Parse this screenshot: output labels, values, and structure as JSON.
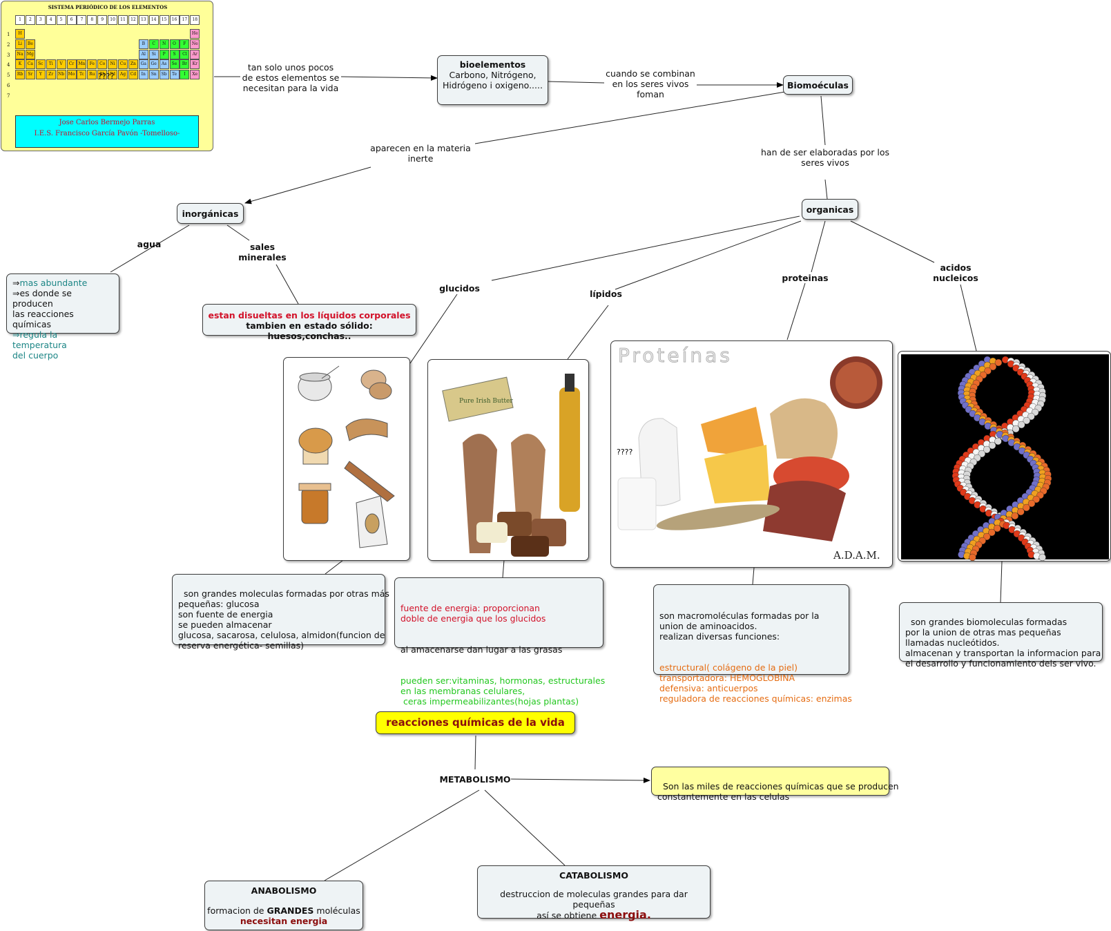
{
  "periodic_table": {
    "title": "SISTEMA PERIÓDICO DE LOS ELEMENTOS",
    "groups": [
      "1",
      "2",
      "3",
      "4",
      "5",
      "6",
      "7",
      "8",
      "9",
      "10",
      "11",
      "12",
      "13",
      "14",
      "15",
      "16",
      "17",
      "18"
    ],
    "periods": [
      "1",
      "2",
      "3",
      "4",
      "5",
      "6",
      "7"
    ],
    "unknown": "????",
    "author": "Jose Carlos Bermejo Parras",
    "school": "I.E.S. Francisco García Pavón -Tomelloso-",
    "colors": {
      "s_block": "#ffcc00",
      "p_metal": "#99ccff",
      "nonmetal": "#33ff33",
      "noble": "#ff99cc",
      "banner": "#00ffff"
    },
    "rows": [
      [
        "H",
        "",
        "",
        "",
        "",
        "",
        "",
        "",
        "",
        "",
        "",
        "",
        "",
        "",
        "",
        "",
        "",
        "He"
      ],
      [
        "Li",
        "Be",
        "",
        "",
        "",
        "",
        "",
        "",
        "",
        "",
        "",
        "",
        "B",
        "C",
        "N",
        "O",
        "F",
        "Ne"
      ],
      [
        "Na",
        "Mg",
        "",
        "",
        "",
        "",
        "",
        "",
        "",
        "",
        "",
        "",
        "Al",
        "Si",
        "P",
        "S",
        "Cl",
        "Ar"
      ],
      [
        "K",
        "Ca",
        "Sc",
        "Ti",
        "V",
        "Cr",
        "Mn",
        "Fe",
        "Co",
        "Ni",
        "Cu",
        "Zn",
        "Ga",
        "Ge",
        "As",
        "Se",
        "Br",
        "Kr"
      ],
      [
        "Rb",
        "Sr",
        "Y",
        "Zr",
        "Nb",
        "Mo",
        "Tc",
        "Ru",
        "Rh",
        "Pd",
        "Ag",
        "Cd",
        "In",
        "Sn",
        "Sb",
        "Te",
        "I",
        "Xe"
      ]
    ]
  },
  "links": {
    "table_to_bio": "tan solo unos pocos\nde estos elementos se\nnecesitan para la vida",
    "bio_to_biomol": "cuando se combinan\nen los seres vivos\nfoman",
    "biomol_to_inorg": "aparecen en la materia\ninerte",
    "biomol_to_org": "han de ser elaboradas por los\nseres vivos"
  },
  "bioelementos": {
    "title": "bioelementos",
    "text": "Carbono, Nitrógeno,\nHidrógeno i oxigeno....."
  },
  "biomoleculas": {
    "title": "Biomoéculas"
  },
  "inorganicas": {
    "title": "inorgánicas",
    "agua": "agua",
    "sales": "sales\nminerales"
  },
  "agua_box": {
    "l1": "mas abundante",
    "l2": "es donde se producen",
    "l3": "las reacciones químicas",
    "l4": "regula la temperatura",
    "l5": "del cuerpo",
    "arrow": "⇒"
  },
  "sales_box": {
    "l1": "estan disueltas en los líquidos corporales",
    "l2": "tambien en estado sólido: huesos,conchas.."
  },
  "organicas": {
    "title": "organicas",
    "glucidos": "glucidos",
    "lipidos": "lípidos",
    "proteinas": "proteinas",
    "acidos": "acidos\nnucleicos"
  },
  "glucidos_box": {
    "text": "son grandes moleculas formadas por otras más\npequeñas: glucosa\nson fuente de energia\nse pueden almacenar\nglucosa, sacarosa, celulosa, almidon(funcion de\nreserva energética- semillas)"
  },
  "lipidos_box": {
    "red": "fuente de energia: proporcionan\ndoble de energia que los glucidos",
    "black": "al amacenarse dan lugar a las grasas",
    "green": "pueden ser:vitaminas, hormonas, estructurales\nen las membranas celulares,\n ceras impermeabilizantes(hojas plantas)",
    "img_label": "Pure Irish Butter"
  },
  "proteinas_box": {
    "black": "son macromoléculas formadas por la\nunion de aminoacidos.\nrealizan diversas funciones:",
    "orange": "estructural( colágeno de la piel)\ntransportadora: HEMOGLOBINA\ndefensiva: anticuerpos\nreguladora de reacciones químicas: enzimas",
    "img_title": "Proteínas",
    "img_unknown": "????",
    "img_brand": "A.D.A.M."
  },
  "acidos_box": {
    "text": "son grandes biomoleculas formadas\npor la union de otras mas pequeñas\nllamadas nucleótidos.\nalmacenan y transportan la informacion para\nel desarrollo y funcionamiento dels ser vivo."
  },
  "reacciones": {
    "title": "reacciones químicas de la vida"
  },
  "metabolismo": {
    "title": "METABOLISMO",
    "def": "Son las miles de reacciones químicas que se producen\nconstantemente en las celulas"
  },
  "anabolismo": {
    "title": "ANABOLISMO",
    "pre": "formacion de ",
    "strong": "GRANDES",
    "post": " moléculas",
    "need": "necesitan energia"
  },
  "catabolismo": {
    "title": "CATABOLISMO",
    "l1": "destruccion de moleculas grandes para dar pequeñas",
    "pre": "así se obtiene ",
    "strong": "energia."
  }
}
